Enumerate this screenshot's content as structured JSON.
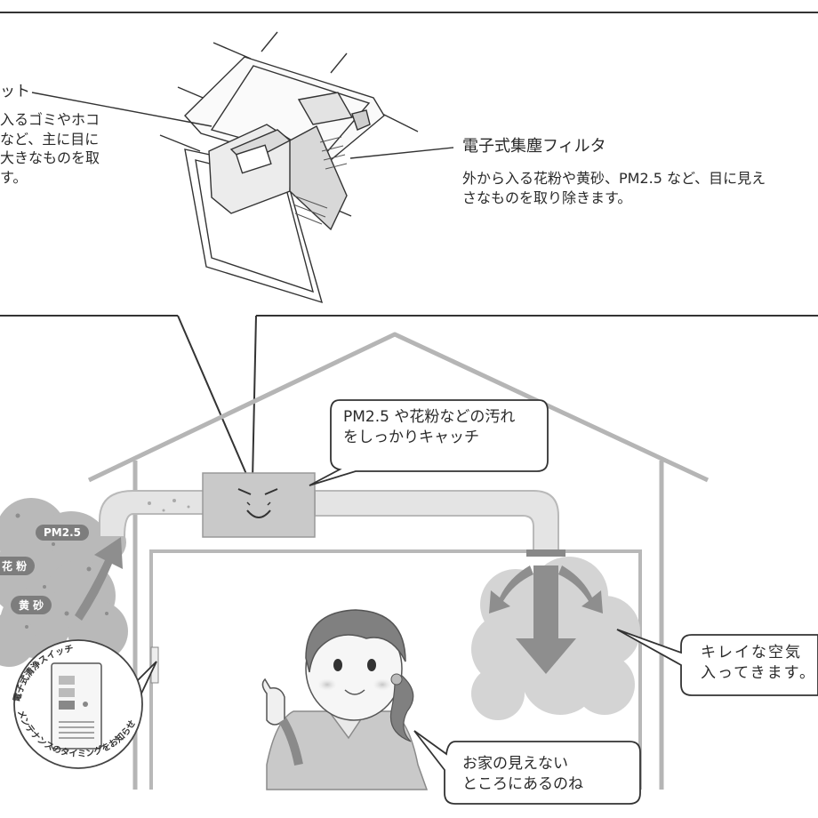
{
  "unit": {
    "label": "ット",
    "description": "入るゴミやホコ\nなど、主に目に\n大きなものを取\nす。"
  },
  "filter": {
    "label": "電子式集塵フィルタ",
    "description": "外から入る花粉や黄砂、PM2.5 など、目に見え\nさなものを取り除きます。"
  },
  "bubbles": {
    "catch": "PM2.5 や花粉などの汚れ\nをしっかりキャッチ",
    "clean_air": "キレイな空気\n入ってきます。",
    "girl": "お家の見えない\nところにあるのね"
  },
  "pollutants": {
    "pm": "PM2.5",
    "kafun": "花 粉",
    "kousa": "黄 砂"
  },
  "switch": {
    "arc_top": "電子式清浄スイッチ",
    "arc_bottom": "メンテナンスのタイミングをお知らせ"
  },
  "colors": {
    "line": "#2a2a2a",
    "pollution": "#b9b9b9",
    "clean_air": "#d2d2d2",
    "arrow": "#8e8e8e"
  }
}
